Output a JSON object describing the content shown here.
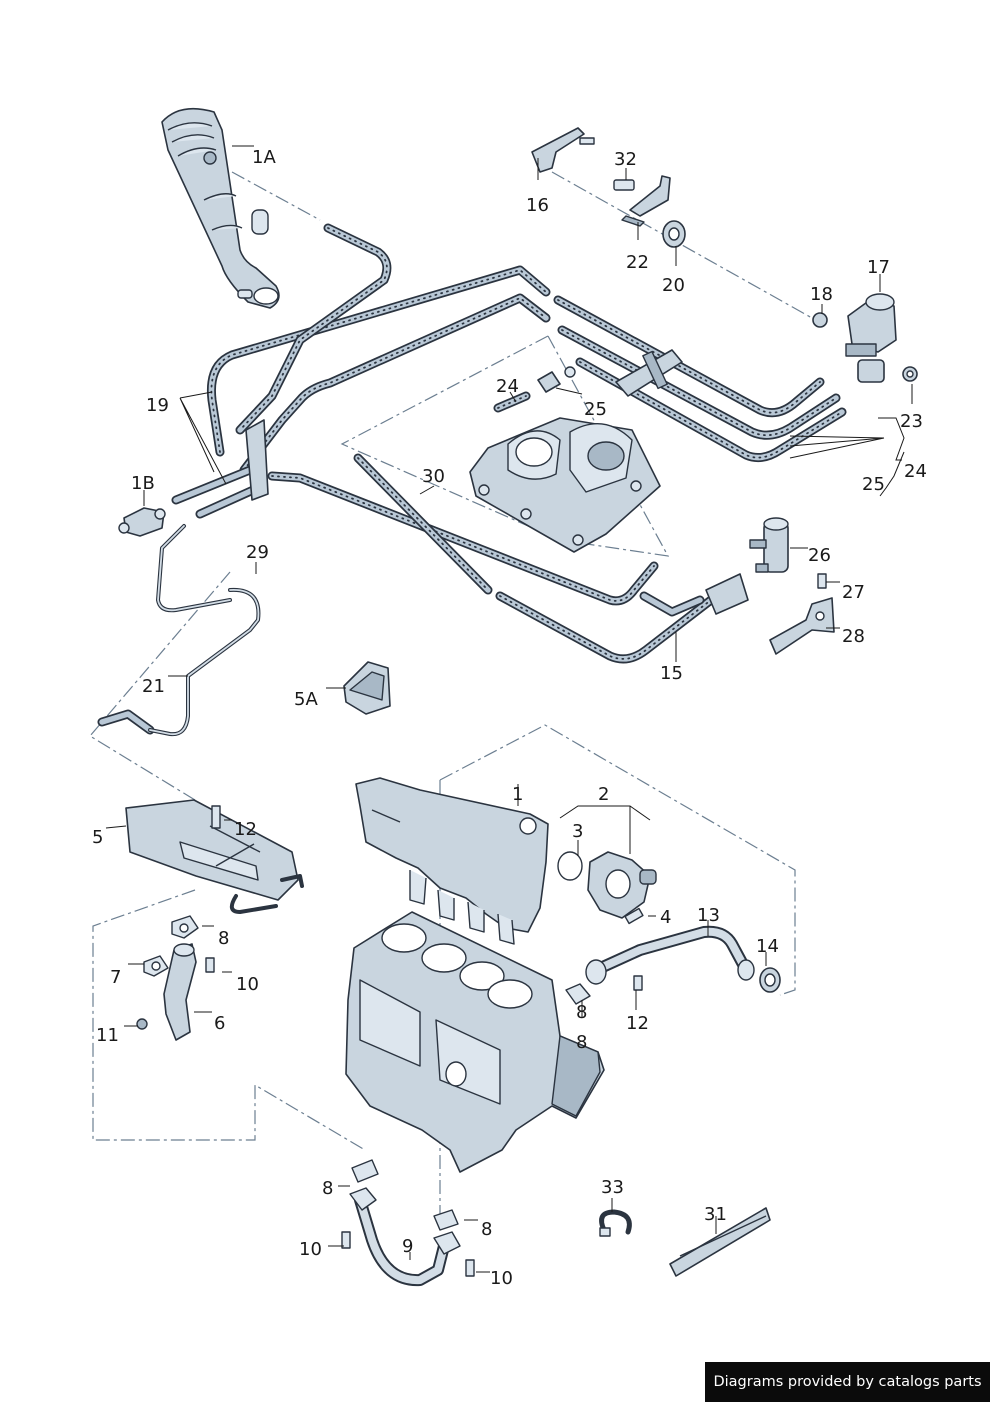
{
  "diagram": {
    "callouts": [
      "1A",
      "32",
      "16",
      "22",
      "20",
      "17",
      "18",
      "23",
      "19",
      "24",
      "25",
      "24",
      "25",
      "1B",
      "30",
      "29",
      "26",
      "27",
      "28",
      "21",
      "15",
      "5A",
      "1",
      "2",
      "3",
      "5",
      "12",
      "4",
      "13",
      "14",
      "8",
      "7",
      "10",
      "6",
      "11",
      "8",
      "12",
      "8",
      "8",
      "33",
      "31",
      "8",
      "10",
      "9",
      "10"
    ]
  },
  "footer": {
    "text": "Diagrams provided by catalogs parts"
  }
}
